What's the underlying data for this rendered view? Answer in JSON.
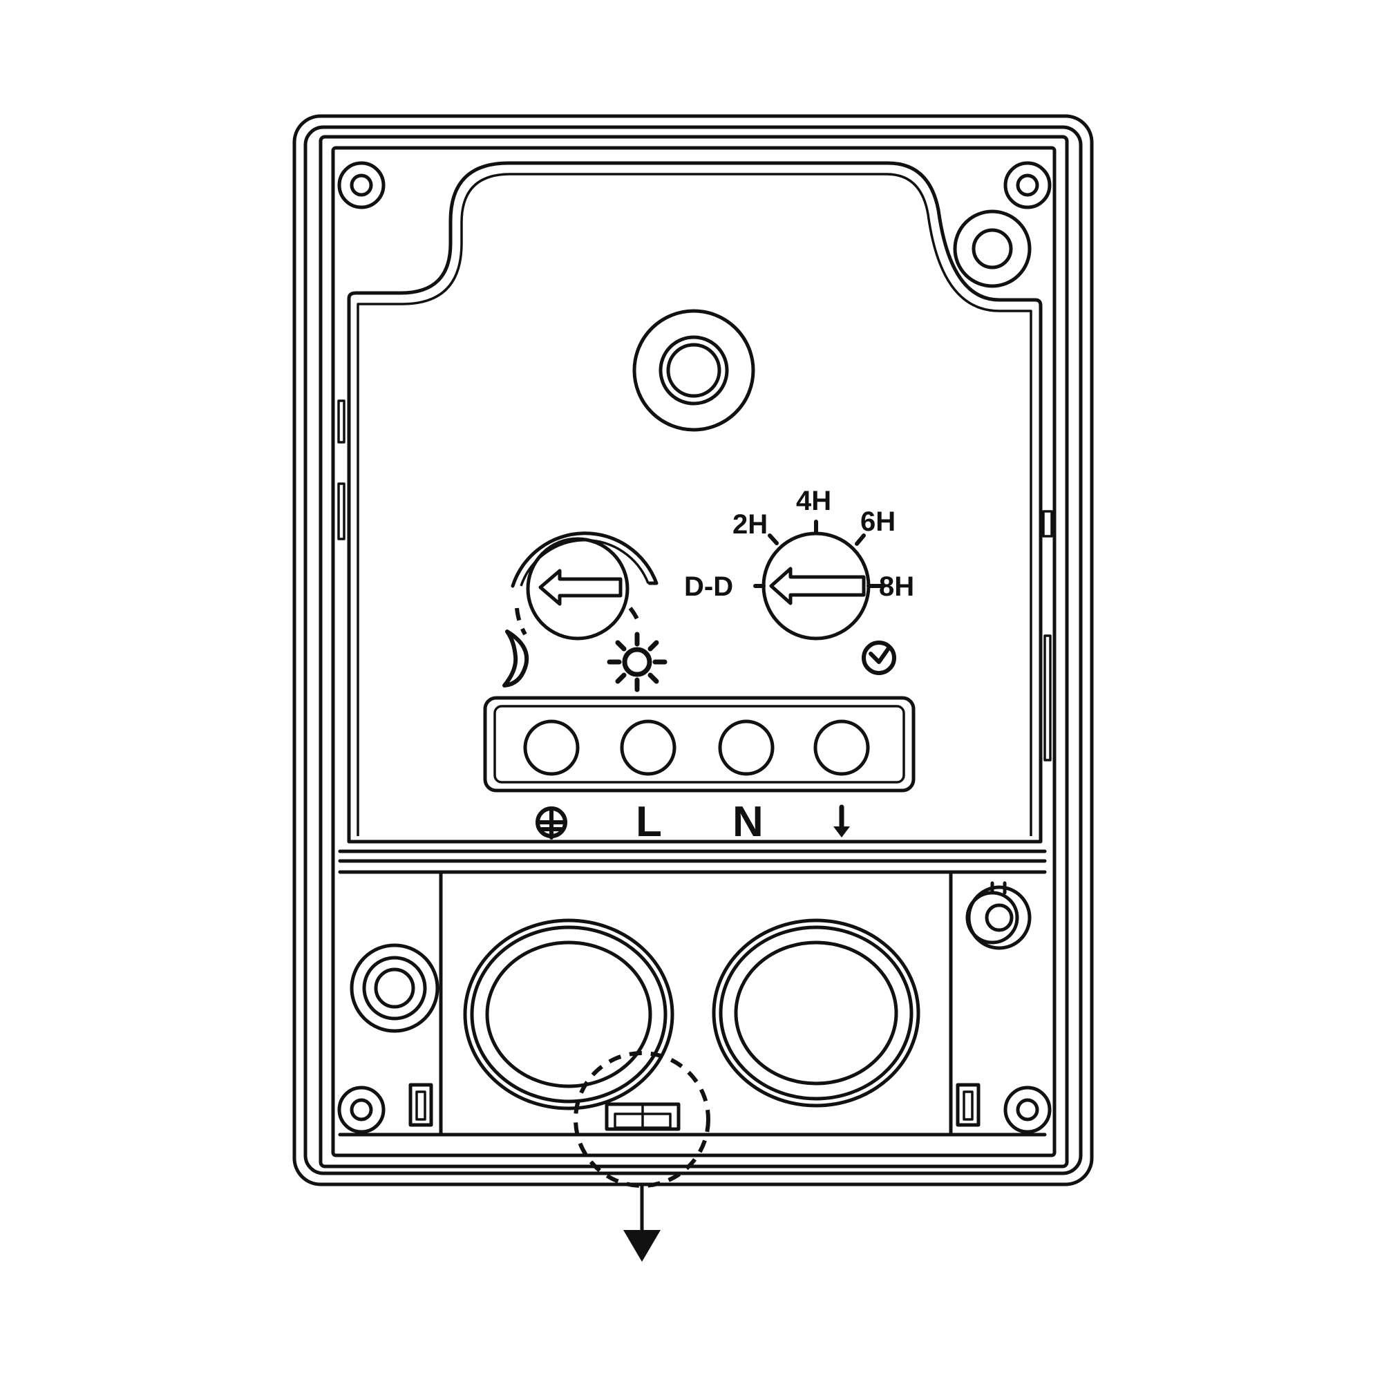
{
  "timer_dial": {
    "labels": [
      "2H",
      "4H",
      "6H",
      "D-D",
      "8H"
    ]
  },
  "terminals": {
    "labels": [
      "L",
      "N"
    ]
  },
  "icons": [
    "moon-icon",
    "sun-icon",
    "clock-icon",
    "earth-ground-icon",
    "load-arrow-icon",
    "down-arrow-icon"
  ],
  "colors": {
    "line": "#111111",
    "background": "#ffffff"
  }
}
